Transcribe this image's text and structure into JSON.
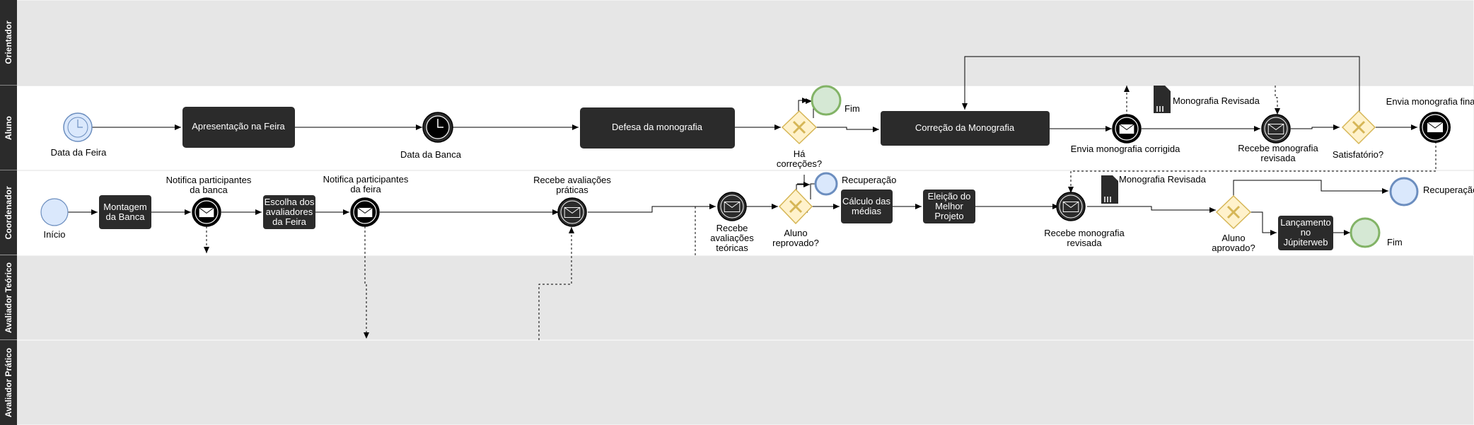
{
  "lanes": [
    {
      "name": "Orientador"
    },
    {
      "name": "Aluno"
    },
    {
      "name": "Coordenador"
    },
    {
      "name": "Avaliador Teórico"
    },
    {
      "name": "Avaliador Prático"
    }
  ],
  "aluno": {
    "start_label": "Data da Feira",
    "task_feira": "Apresentação na Feira",
    "timer_label": "Data da Banca",
    "task_defesa": "Defesa da monografia",
    "gateway1_label": [
      "Há",
      "correções?"
    ],
    "end1_label": "Fim",
    "task_correcao": "Correção da Monografia",
    "msg_send_label": "Envia monografia corrigida",
    "doc_label": "Monografia Revisada",
    "msg_receive_label": [
      "Recebe monografia",
      "revisada"
    ],
    "gateway2_label": "Satisfatório?",
    "end_send_label": "Envia monografia final"
  },
  "coordenador": {
    "start_label": "Início",
    "task_montagem": [
      "Montagem",
      "da Banca"
    ],
    "notify_banca_label": [
      "Notifica participantes",
      "da banca"
    ],
    "task_escolha": [
      "Escolha dos",
      "avaliadores",
      "da Feira"
    ],
    "notify_feira_label": [
      "Notifica participantes",
      "da feira"
    ],
    "recv_praticas_label": [
      "Recebe avaliações",
      "práticas"
    ],
    "recv_teoricas_label": [
      "Recebe",
      "avaliações",
      "teóricas"
    ],
    "gateway_reprovado_label": [
      "Aluno",
      "reprovado?"
    ],
    "recuperacao1_label": "Recuperação",
    "task_calculo": [
      "Cálculo das",
      "médias"
    ],
    "task_eleicao": [
      "Eleição do",
      "Melhor",
      "Projeto"
    ],
    "recv_monografia_label": [
      "Recebe monografia",
      "revisada"
    ],
    "doc_label": "Monografia Revisada",
    "gateway_aprovado_label": [
      "Aluno",
      "aprovado?"
    ],
    "recuperacao2_label": "Recuperação",
    "task_lancamento": [
      "Lançamento",
      "no",
      "Júpiterweb"
    ],
    "end_label": "Fim"
  },
  "colors": {
    "lane_header": "#2b2b2b",
    "lane_gray": "#e6e6e6",
    "task_fill": "#2b2b2b",
    "start_fill": "#dae8fc",
    "start_stroke": "#6c8ebf",
    "end_fill": "#d5e8d4",
    "end_stroke": "#82b366",
    "gateway_fill": "#fff2cc",
    "gateway_stroke": "#d6b656"
  }
}
